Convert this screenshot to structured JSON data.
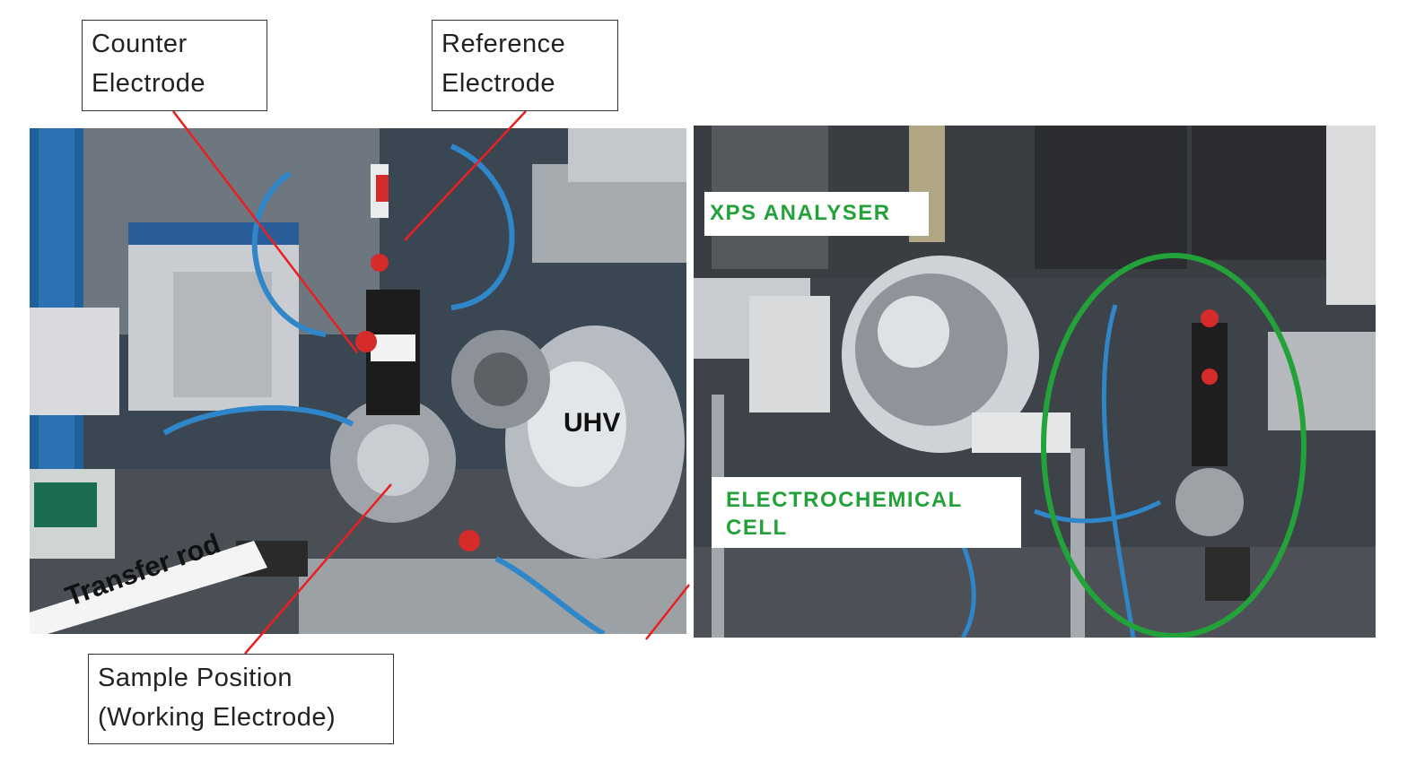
{
  "callouts": {
    "counter_electrode": {
      "line1": "Counter",
      "line2": "Electrode"
    },
    "reference_electrode": {
      "line1": "Reference",
      "line2": "Electrode"
    },
    "sample_position": {
      "line1": "Sample Position",
      "line2": "(Working Electrode)"
    }
  },
  "photo_labels": {
    "uhv": "UHV",
    "transfer_rod": "Transfer rod"
  },
  "highlight_labels": {
    "xps_analyser": "XPS ANALYSER",
    "electrochemical_cell": {
      "line1": "ELECTROCHEMICAL",
      "line2": "CELL"
    }
  },
  "colors": {
    "pointer_line": "#e8201f",
    "highlight_green": "#23a23a",
    "callout_border": "#333333"
  }
}
